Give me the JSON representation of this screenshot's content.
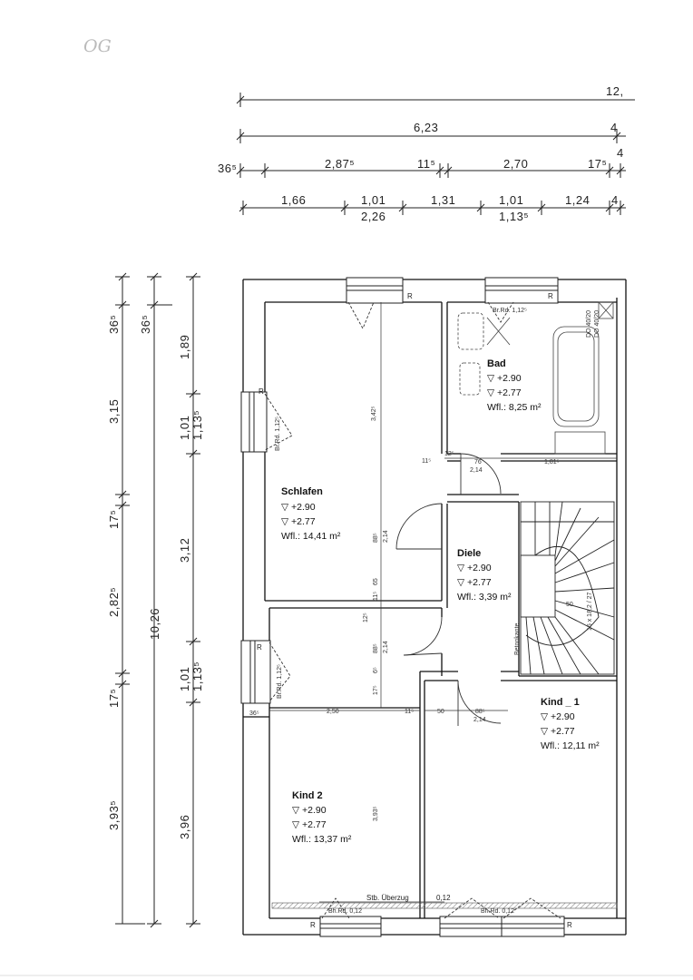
{
  "plan": {
    "floor_label": "OG",
    "top_dims": {
      "row1": [
        "12,"
      ],
      "row2": [
        "6,23",
        "4"
      ],
      "row3": [
        "36⁵",
        "2,87⁵",
        "11⁵",
        "2,70",
        "17⁵",
        "4"
      ],
      "row4": [
        "1,66",
        "1,01",
        "1,31",
        "1,01",
        "1,24",
        "4"
      ],
      "row4_sub": [
        "2,26",
        "1,13⁵"
      ]
    },
    "left_dims": {
      "col1": [
        "36⁵",
        "3,15",
        "17⁵",
        "2,82⁵",
        "17⁵",
        "3,93⁵"
      ],
      "col2": [
        "36⁵",
        "10,26"
      ],
      "col3": [
        "1,89",
        "1,01",
        "1,13⁵",
        "3,12",
        "1,01",
        "1,13⁵",
        "3,96"
      ]
    },
    "rooms": {
      "schlafen": {
        "name": "Schlafen",
        "level1": "▽ +2.90",
        "level2": "▽ +2.77",
        "area": "Wfl.: 14,41 m²"
      },
      "bad": {
        "name": "Bad",
        "level1": "▽ +2.90",
        "level2": "▽ +2.77",
        "area": "Wfl.: 8,25 m²"
      },
      "diele": {
        "name": "Diele",
        "level1": "▽ +2.90",
        "level2": "▽ +2.77",
        "area": "Wfl.: 3,39 m²"
      },
      "kind1": {
        "name": "Kind _ 1",
        "level1": "▽ +2.90",
        "level2": "▽ +2.77",
        "area": "Wfl.: 12,11 m²"
      },
      "kind2": {
        "name": "Kind 2",
        "level1": "▽ +2.90",
        "level2": "▽ +2.77",
        "area": "Wfl.: 13,37 m²"
      }
    },
    "annotations": {
      "br_rd_1": "Br.Rd. 1,12⁵",
      "br_rd_bad": "Br.Rd. 1,12⁵",
      "br_rd_2": "Br.Rd. 1,12⁵",
      "bh_rd_1": "Bh.Rd. 0,12",
      "bh_rd_2": "Bh.Rd. 0,12",
      "stb_ueberzug": "Stb. Überzug",
      "stb_val": "0,12",
      "betonkante": "Betonkante",
      "do1": "DO 40/20",
      "do2": "DO 40/20",
      "r": "R",
      "stair_note": "15 x 18,2 / 27",
      "stair_50": "50"
    },
    "inner_dims": {
      "schlafen_h": "3,42⁵",
      "d_88": "88⁵",
      "d_214": "2,14",
      "d_65": "65",
      "d_115": "11⁵",
      "d_125": "12⁵",
      "d_125b": "12⁵",
      "d_115b": "11⁵",
      "d_76": "76",
      "d_214b": "2,14",
      "d_1815": "1,81⁵",
      "d_885b": "88⁵",
      "d_214c": "2,14",
      "d_65b": "6⁵",
      "d_175": "17⁵",
      "d_250": "2,50",
      "d_115c": "11⁵",
      "d_50": "50",
      "d_885c": "88⁵",
      "d_214d": "2,14",
      "d_36": "36⁵",
      "d_3935": "3,93⁵"
    }
  }
}
